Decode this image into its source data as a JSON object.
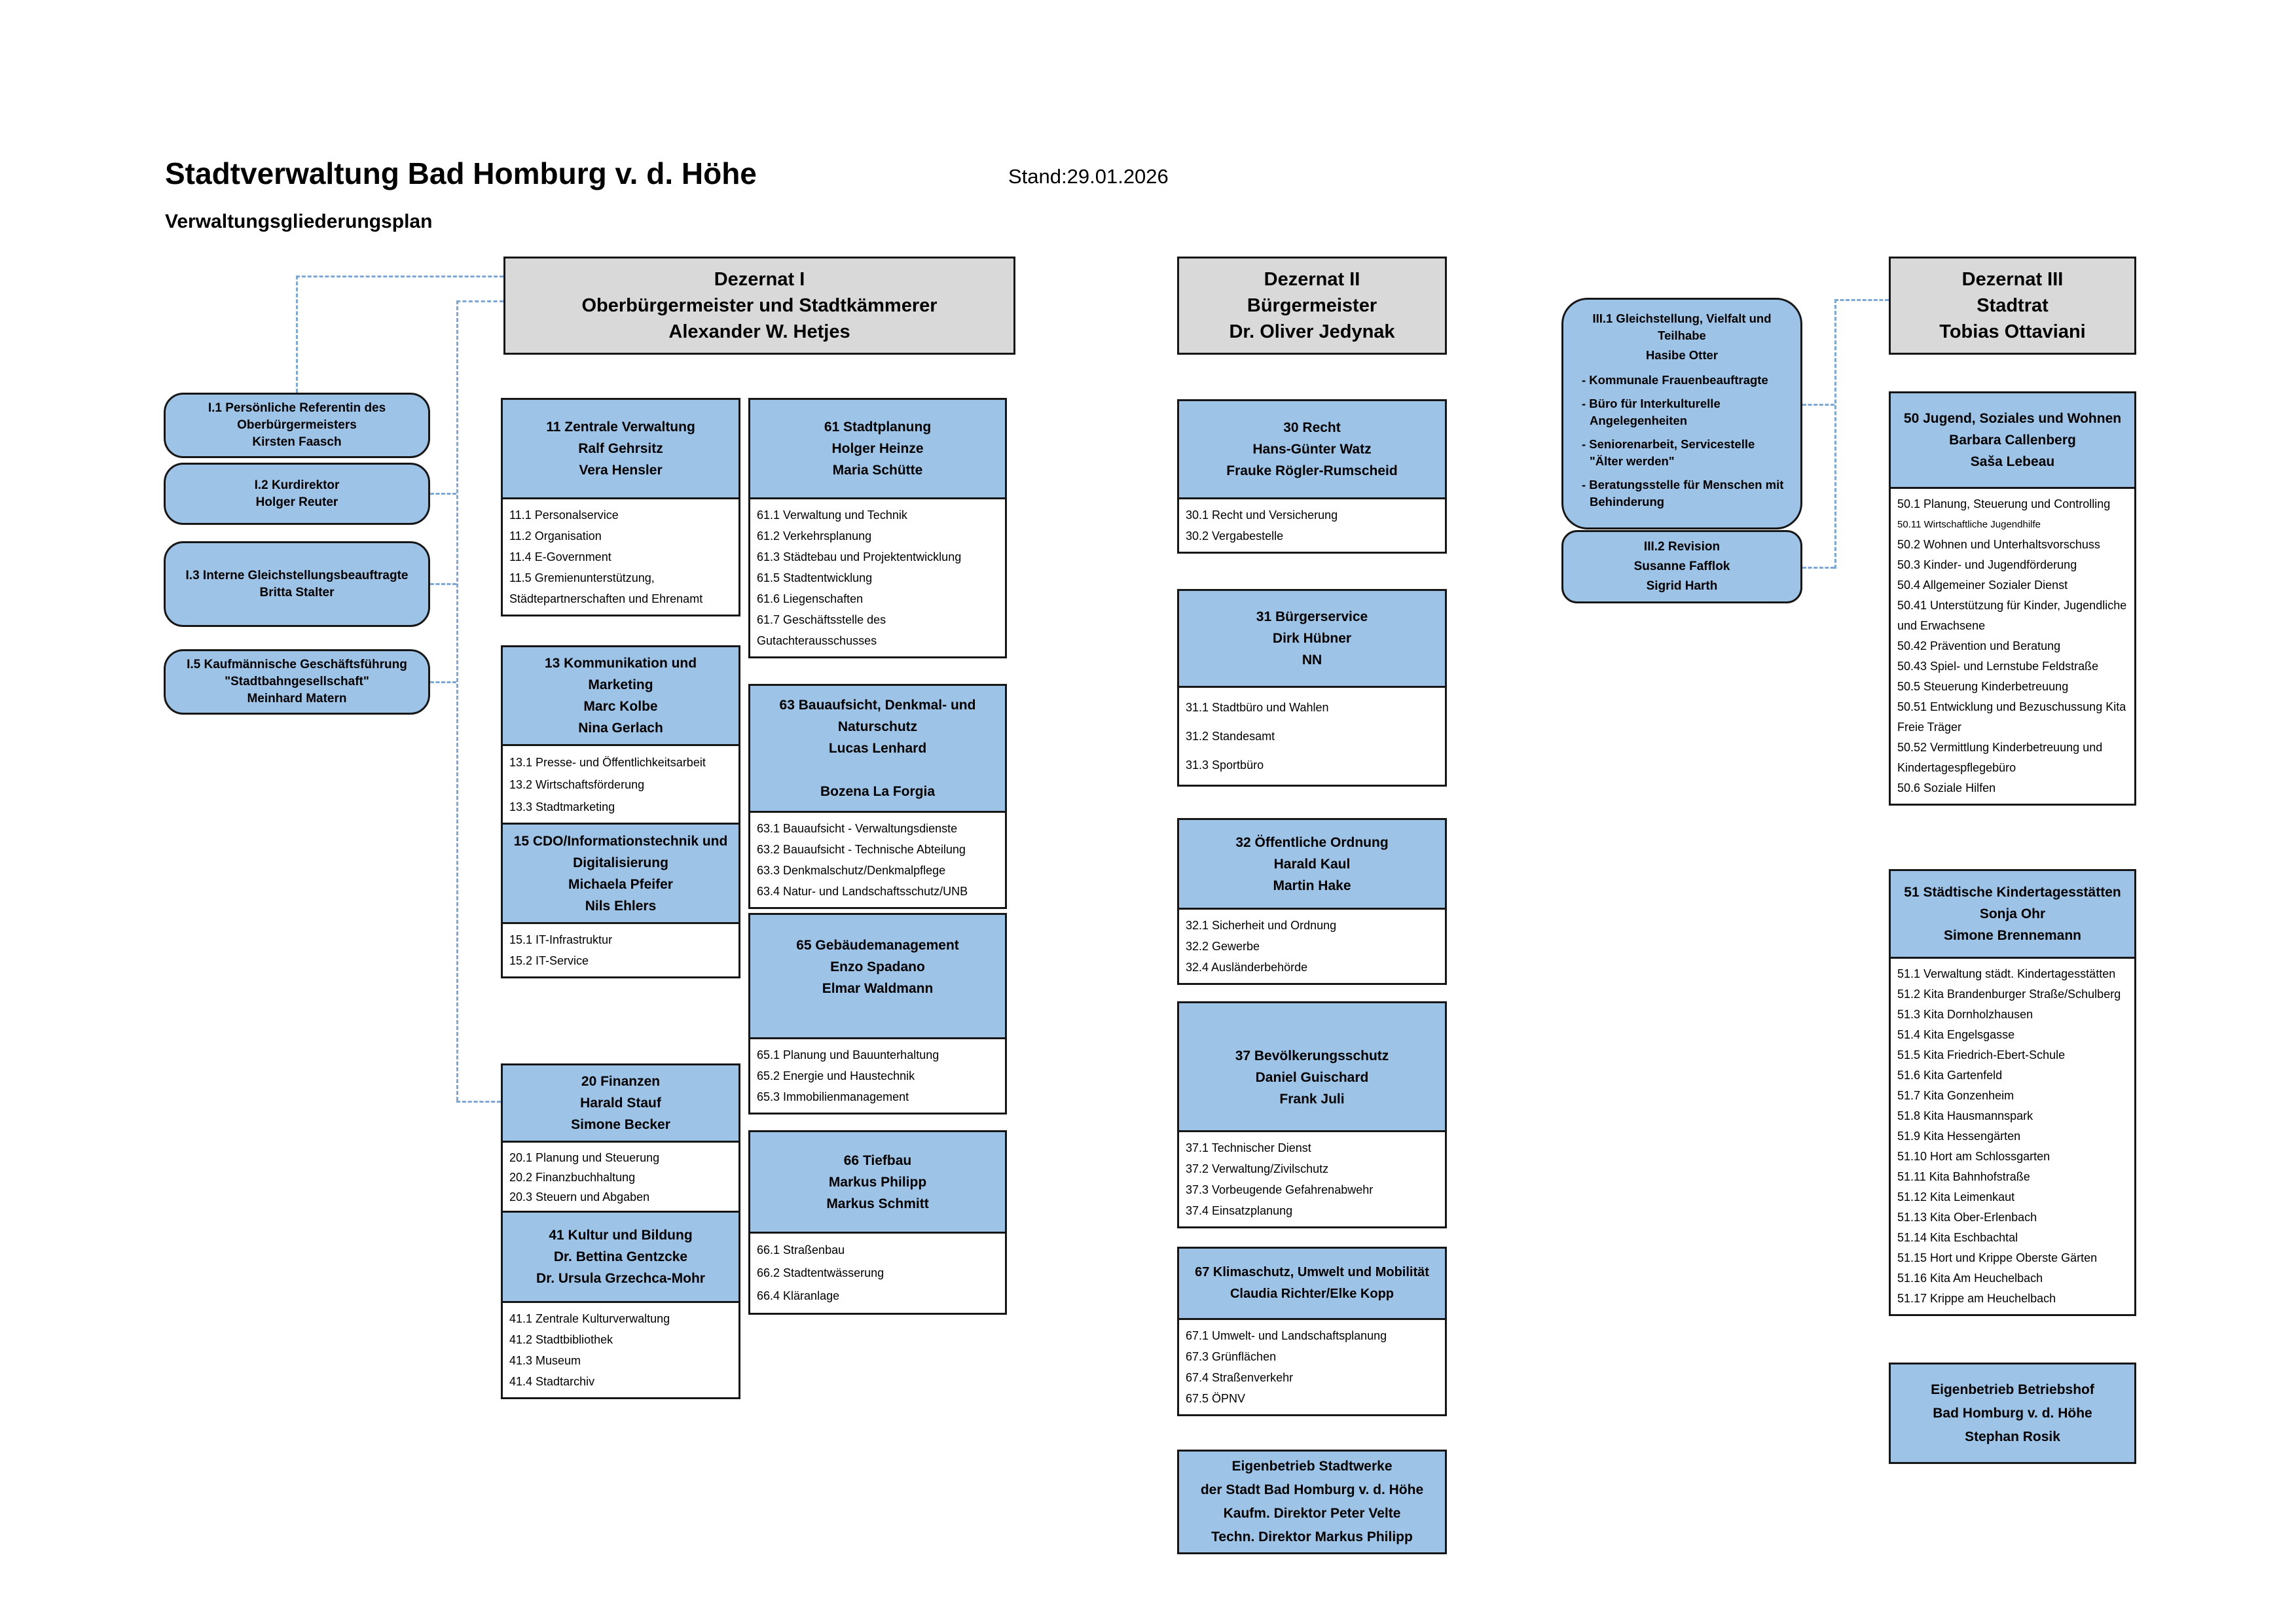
{
  "meta": {
    "title": "Stadtverwaltung Bad Homburg v. d. Höhe",
    "stand": "Stand:29.01.2026",
    "subtitle": "Verwaltungsgliederungsplan"
  },
  "colors": {
    "box_blue": "#9dc3e6",
    "header_gray": "#d9d9d9",
    "border": "#161616",
    "connector_dash_blue": "#7da6d9"
  },
  "dezernate": [
    {
      "id": "dezernat-1",
      "lines": [
        "Dezernat I",
        "Oberbürgermeister und Stadtkämmerer",
        "Alexander W. Hetjes"
      ]
    },
    {
      "id": "dezernat-2",
      "lines": [
        "Dezernat II",
        "Bürgermeister",
        "Dr. Oliver Jedynak"
      ]
    },
    {
      "id": "dezernat-3",
      "lines": [
        "Dezernat III",
        "Stadtrat",
        "Tobias Ottaviani"
      ]
    }
  ],
  "left_column": [
    {
      "id": "I.1",
      "lines": [
        "I.1 Persönliche Referentin des Oberbürgermeisters",
        "Kirsten Faasch"
      ]
    },
    {
      "id": "I.2",
      "lines": [
        "I.2 Kurdirektor",
        "Holger Reuter"
      ]
    },
    {
      "id": "I.3",
      "lines": [
        "I.3 Interne Gleichstellungsbeauftragte",
        "Britta Stalter"
      ]
    },
    {
      "id": "I.5",
      "lines": [
        "I.5 Kaufmännische Geschäftsführung",
        "\"Stadtbahngesellschaft\"",
        "Meinhard Matern"
      ]
    }
  ],
  "col_a": [
    {
      "id": "11",
      "header": [
        "11 Zentrale Verwaltung",
        "Ralf Gehrsitz",
        "Vera Hensler"
      ],
      "items": [
        "11.1 Personalservice",
        "11.2 Organisation",
        "11.4 E-Government",
        "11.5 Gremienunterstützung, Städtepartnerschaften und Ehrenamt"
      ]
    },
    {
      "id": "13",
      "header": [
        "13  Kommunikation und Marketing",
        "Marc Kolbe",
        "Nina Gerlach"
      ],
      "items": [
        "13.1 Presse- und Öffentlichkeitsarbeit",
        "13.2 Wirtschaftsförderung",
        "13.3 Stadtmarketing"
      ]
    },
    {
      "id": "15",
      "header": [
        "15 CDO/Informationstechnik und Digitalisierung",
        "Michaela Pfeifer",
        "Nils Ehlers"
      ],
      "items": [
        "15.1 IT-Infrastruktur",
        "15.2 IT-Service"
      ]
    },
    {
      "id": "20",
      "header": [
        "20 Finanzen",
        "Harald Stauf",
        "Simone Becker"
      ],
      "items": [
        "20.1 Planung und Steuerung",
        "20.2 Finanzbuchhaltung",
        "20.3 Steuern und Abgaben"
      ]
    },
    {
      "id": "41",
      "header": [
        "41 Kultur und Bildung",
        "Dr. Bettina Gentzcke",
        "Dr. Ursula Grzechca-Mohr"
      ],
      "items": [
        "41.1 Zentrale Kulturverwaltung",
        "41.2 Stadtbibliothek",
        "41.3 Museum",
        "41.4 Stadtarchiv"
      ]
    }
  ],
  "col_b": [
    {
      "id": "61",
      "header": [
        "61 Stadtplanung",
        "Holger Heinze",
        "Maria Schütte"
      ],
      "items": [
        "61.1 Verwaltung und Technik",
        "61.2 Verkehrsplanung",
        "61.3 Städtebau und Projektentwicklung",
        "61.5 Stadtentwicklung",
        "61.6 Liegenschaften",
        "61.7 Geschäftsstelle des Gutachterausschusses"
      ]
    },
    {
      "id": "63",
      "header": [
        "63 Bauaufsicht, Denkmal- und Naturschutz",
        "Lucas Lenhard",
        " ",
        "Bozena La Forgia"
      ],
      "items": [
        "63.1 Bauaufsicht - Verwaltungsdienste",
        "63.2 Bauaufsicht - Technische Abteilung",
        "63.3 Denkmalschutz/Denkmalpflege",
        "63.4 Natur- und Landschaftsschutz/UNB"
      ]
    },
    {
      "id": "65",
      "header": [
        "65 Gebäudemanagement",
        "Enzo Spadano",
        "Elmar Waldmann"
      ],
      "items": [
        "65.1 Planung und Bauunterhaltung",
        "65.2 Energie und Haustechnik",
        "65.3 Immobilienmanagement"
      ]
    },
    {
      "id": "66",
      "header": [
        "66 Tiefbau",
        "Markus Philipp",
        "Markus Schmitt"
      ],
      "items": [
        "66.1 Straßenbau",
        "66.2 Stadtentwässerung",
        "66.4 Kläranlage"
      ]
    }
  ],
  "col_c": [
    {
      "id": "30",
      "header": [
        "30 Recht",
        "Hans-Günter Watz",
        "Frauke Rögler-Rumscheid"
      ],
      "items": [
        "30.1 Recht und Versicherung",
        "30.2 Vergabestelle"
      ]
    },
    {
      "id": "31",
      "header": [
        "31 Bürgerservice",
        "Dirk Hübner",
        "NN"
      ],
      "items": [
        "31.1 Stadtbüro und Wahlen",
        "31.2 Standesamt",
        "31.3 Sportbüro"
      ]
    },
    {
      "id": "32",
      "header": [
        "32 Öffentliche Ordnung",
        "Harald Kaul",
        "Martin Hake"
      ],
      "items": [
        "32.1 Sicherheit und Ordnung",
        "32.2 Gewerbe",
        "32.4 Ausländerbehörde"
      ]
    },
    {
      "id": "37",
      "header": [
        "37 Bevölkerungsschutz",
        "Daniel Guischard",
        "Frank Juli"
      ],
      "items": [
        "37.1 Technischer Dienst",
        "37.2 Verwaltung/Zivilschutz",
        "37.3 Vorbeugende Gefahrenabwehr",
        "37.4 Einsatzplanung"
      ]
    },
    {
      "id": "67",
      "header": [
        "67 Klimaschutz, Umwelt und Mobilität",
        "Claudia Richter/Elke Kopp"
      ],
      "items": [
        "67.1 Umwelt- und Landschaftsplanung",
        "67.3 Grünflächen",
        "67.4 Straßenverkehr",
        "67.5 ÖPNV"
      ]
    }
  ],
  "stadtwerke": {
    "lines": [
      "Eigenbetrieb Stadtwerke",
      "der Stadt Bad Homburg v. d. Höhe",
      "Kaufm. Direktor Peter Velte",
      "Techn. Direktor Markus Philipp"
    ]
  },
  "gleichstellung": {
    "title": "III.1 Gleichstellung, Vielfalt und Teilhabe",
    "name": "Hasibe Otter",
    "bullets": [
      "- Kommunale Frauenbeauftragte",
      "- Büro für Interkulturelle Angelegenheiten",
      "- Seniorenarbeit, Servicestelle \"Älter werden\"",
      "- Beratungsstelle für Menschen mit Behinderung"
    ]
  },
  "revision": {
    "lines": [
      "III.2 Revision",
      "Susanne Fafflok",
      "Sigrid Harth"
    ]
  },
  "col_e": [
    {
      "id": "50",
      "header": [
        "50 Jugend, Soziales und Wohnen",
        "Barbara Callenberg",
        "Saša Lebeau"
      ],
      "items": [
        "50.1 Planung, Steuerung und Controlling",
        {
          "t": "50.11 Wirtschaftliche Jugendhilfe",
          "s": true
        },
        "50.2 Wohnen und Unterhaltsvorschuss",
        "50.3 Kinder- und Jugendförderung",
        "50.4 Allgemeiner Sozialer Dienst",
        "50.41 Unterstützung für Kinder, Jugendliche und Erwachsene",
        "50.42 Prävention und Beratung",
        "50.43 Spiel- und Lernstube Feldstraße",
        "50.5 Steuerung Kinderbetreuung",
        "50.51 Entwicklung und Bezuschussung Kita Freie Träger",
        "50.52 Vermittlung Kinderbetreuung und Kindertagespflegebüro",
        "50.6 Soziale Hilfen"
      ]
    },
    {
      "id": "51",
      "header": [
        "51 Städtische Kindertagesstätten",
        "Sonja Ohr",
        "Simone Brennemann"
      ],
      "items": [
        "51.1 Verwaltung städt. Kindertagesstätten",
        "51.2 Kita Brandenburger Straße/Schulberg",
        "51.3 Kita Dornholzhausen",
        "51.4 Kita Engelsgasse",
        "51.5 Kita Friedrich-Ebert-Schule",
        "51.6 Kita Gartenfeld",
        "51.7 Kita Gonzenheim",
        "51.8 Kita Hausmannspark",
        "51.9 Kita Hessengärten",
        "51.10 Hort am Schlossgarten",
        "51.11 Kita Bahnhofstraße",
        "51.12 Kita Leimenkaut",
        "51.13 Kita Ober-Erlenbach",
        "51.14 Kita Eschbachtal",
        "51.15 Hort und Krippe Oberste Gärten",
        "51.16 Kita Am Heuchelbach",
        "51.17 Krippe am Heuchelbach"
      ]
    }
  ],
  "betriebshof": {
    "lines": [
      "Eigenbetrieb  Betriebshof",
      "Bad Homburg v.  d. Höhe",
      "Stephan Rosik"
    ]
  }
}
